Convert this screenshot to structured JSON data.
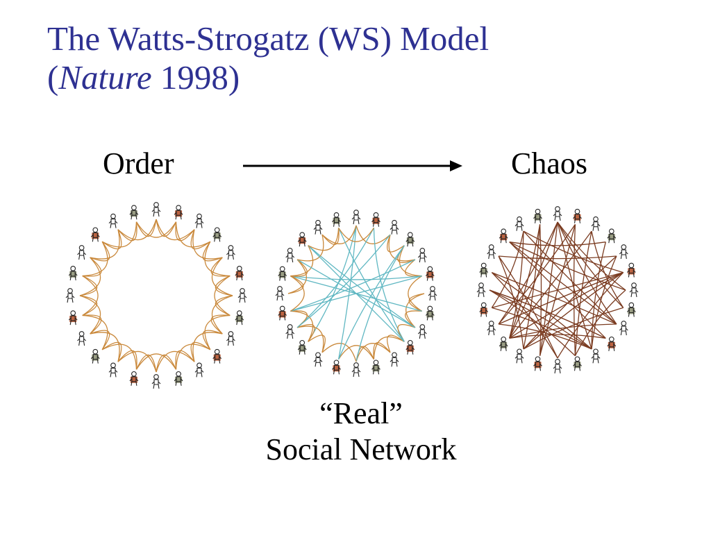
{
  "slide": {
    "title_line1": "The Watts-Strogatz (WS) Model",
    "title_open_paren": "(",
    "title_journal": "Nature",
    "title_year_close": " 1998)"
  },
  "labels": {
    "order": "Order",
    "chaos": "Chaos"
  },
  "caption": {
    "line1": "“Real”",
    "line2": "Social Network"
  },
  "colors": {
    "title": "#2e3192",
    "ring_edge": "#c9883a",
    "chaos_edge": "#7a3b20",
    "real_edge_blue": "#5fb7c2",
    "figure_red": "#b5532e",
    "figure_gray": "#8f9477"
  },
  "networks": [
    {
      "id": "order",
      "people": 24,
      "rewired_fraction": 0
    },
    {
      "id": "real",
      "people": 24,
      "rewired_fraction": 0.2
    },
    {
      "id": "chaos",
      "people": 24,
      "rewired_fraction": 1
    }
  ]
}
